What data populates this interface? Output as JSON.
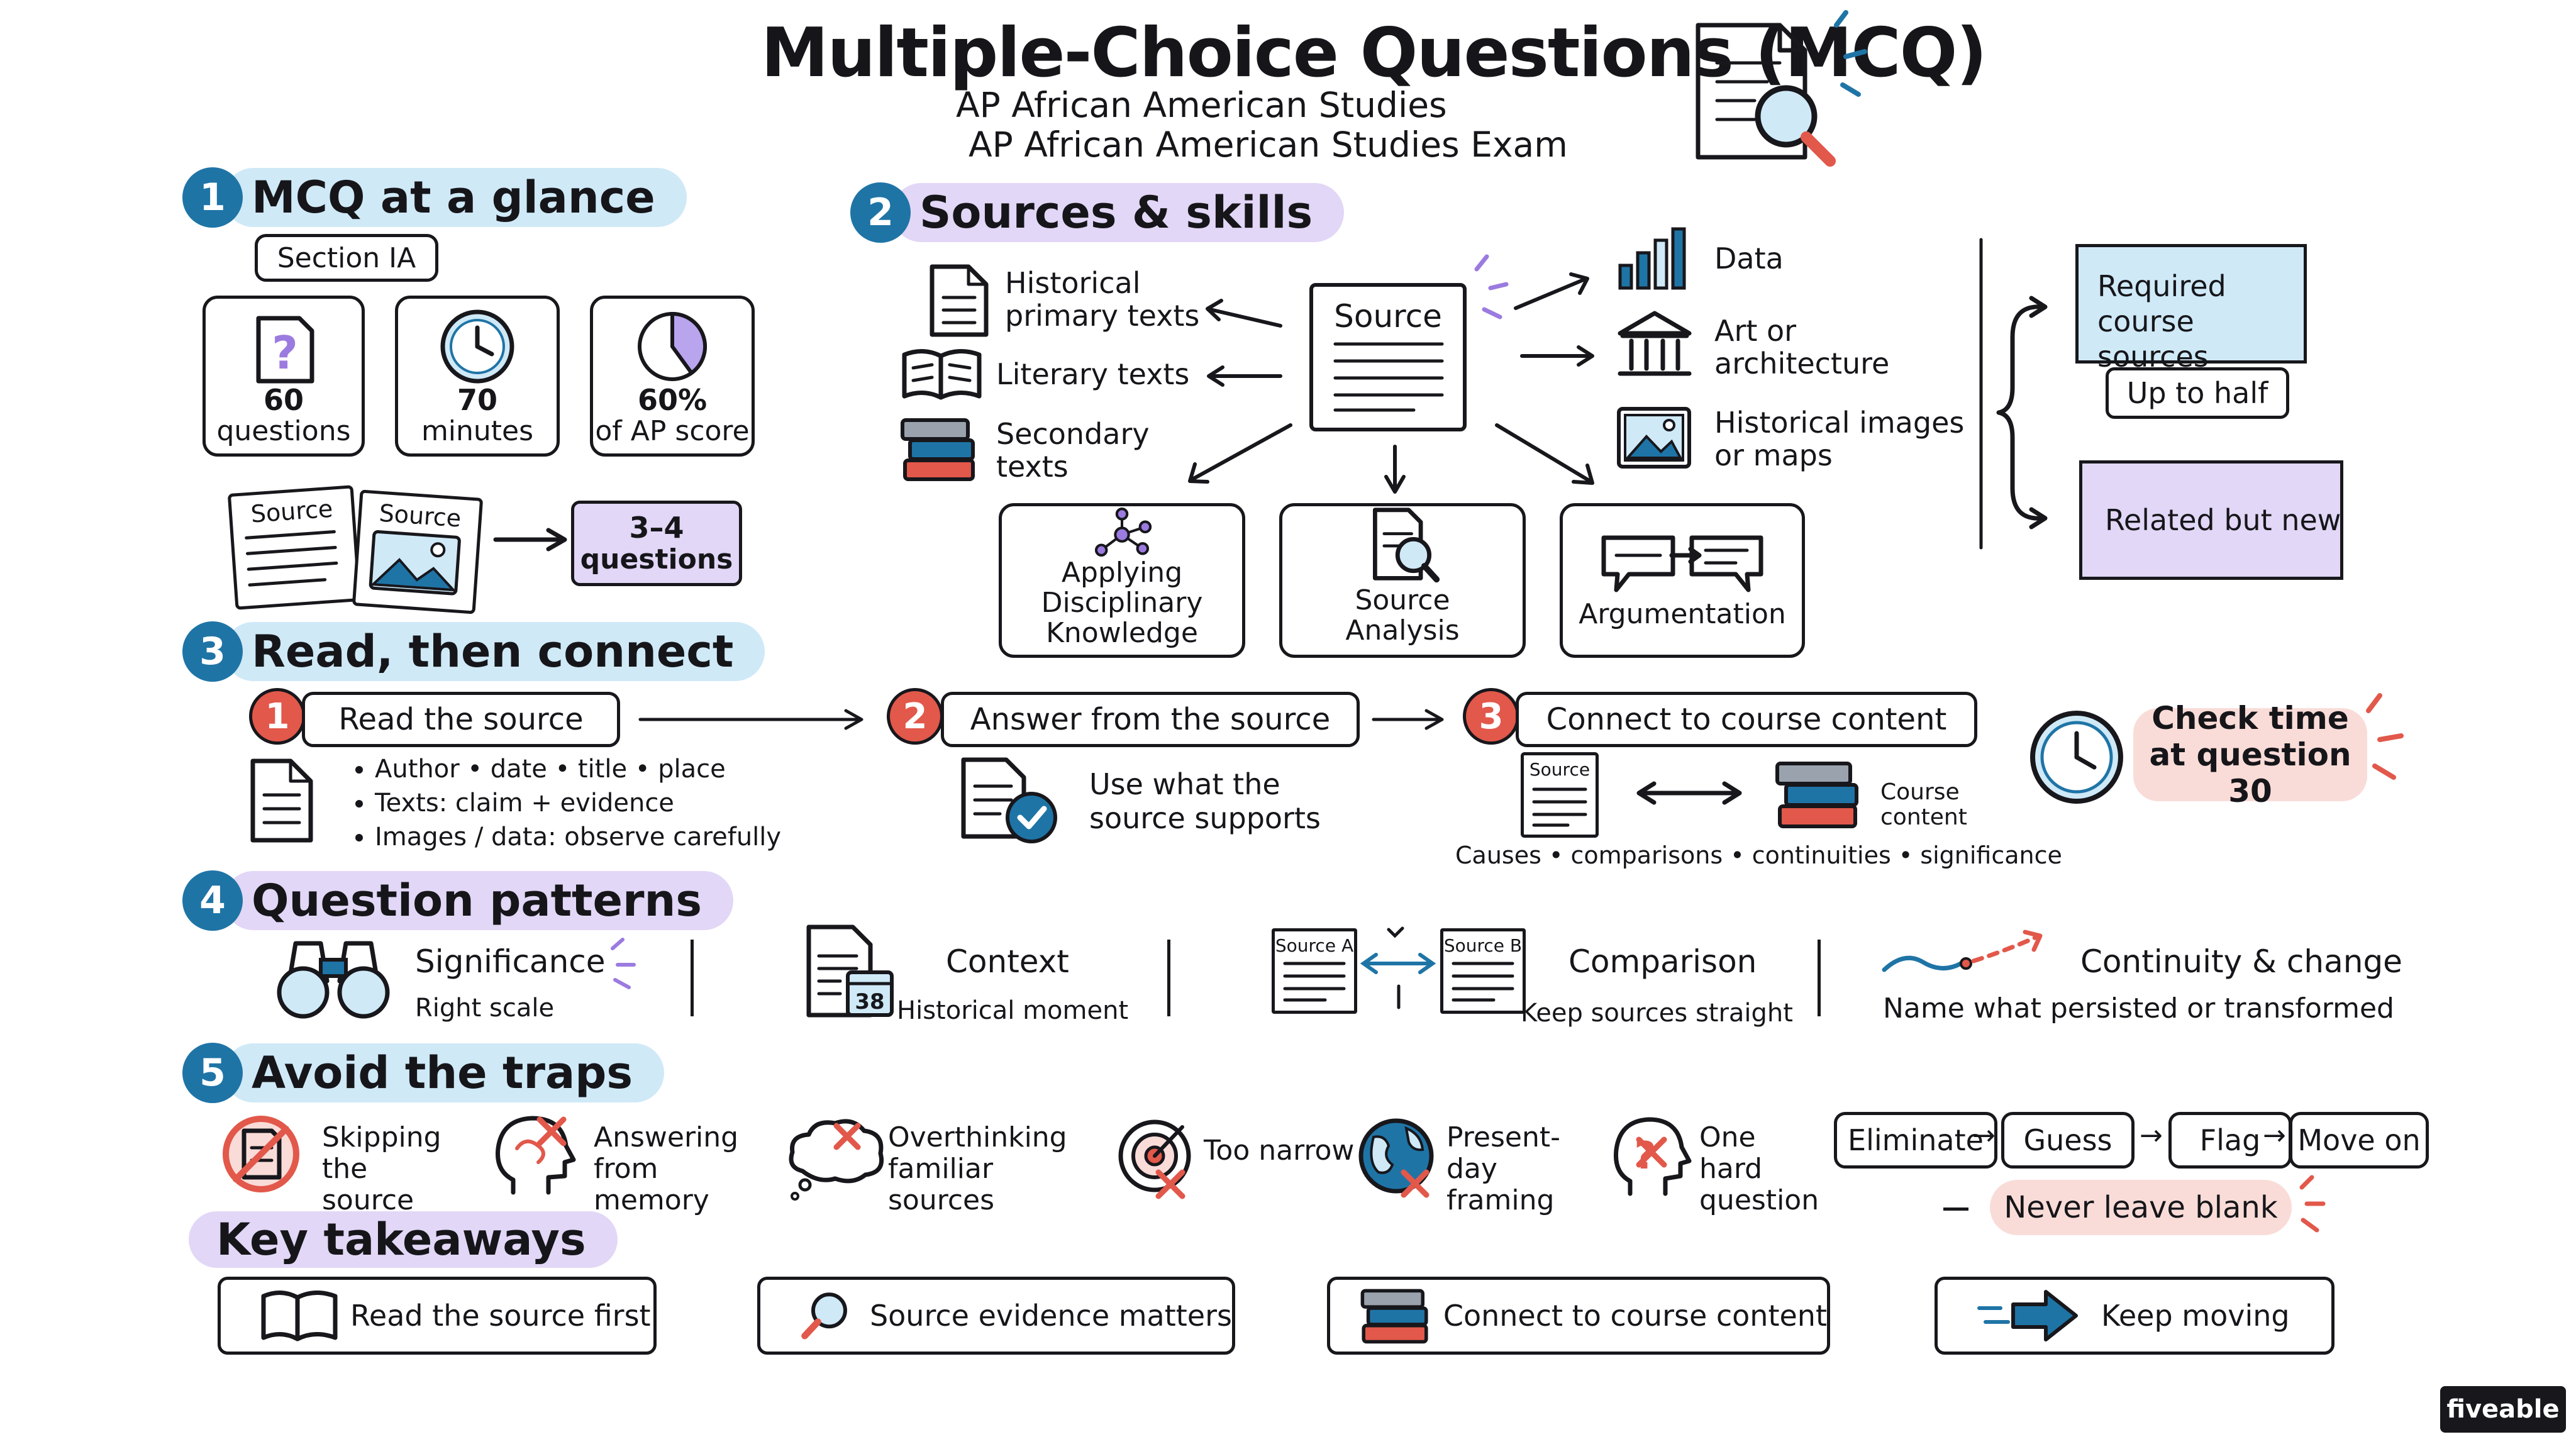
{
  "header": {
    "title": "Multiple-Choice Questions (MCQ)",
    "subtitle_1": "AP African American Studies",
    "subtitle_2": "AP African American Studies Exam"
  },
  "s1": {
    "num": "1",
    "title": "MCQ at a glance",
    "section_label": "Section IA",
    "stats": [
      {
        "value": "60",
        "label": "questions"
      },
      {
        "value": "70",
        "label": "minutes"
      },
      {
        "value": "60%",
        "label": "of AP score"
      }
    ],
    "score_share": 0.6,
    "source_card_1": "Source",
    "source_card_2": "Source",
    "questions_per_set": "3–4",
    "questions_word": "questions"
  },
  "s2": {
    "num": "2",
    "title": "Sources & skills",
    "center": "Source",
    "left_types": [
      "Historical primary texts",
      "Literary texts",
      "Secondary texts"
    ],
    "right_types": [
      "Data",
      "Art or architecture",
      "Historical images or maps"
    ],
    "skills": [
      "Applying Disciplinary Knowledge",
      "Source Analysis",
      "Argumentation"
    ],
    "required": "Required course sources",
    "up_to_half": "Up to half",
    "related": "Related but new"
  },
  "s3": {
    "num": "3",
    "title": "Read, then connect",
    "steps": [
      {
        "num": "1",
        "label": "Read the source"
      },
      {
        "num": "2",
        "label": "Answer from the source"
      },
      {
        "num": "3",
        "label": "Connect to course content"
      }
    ],
    "bullets": [
      "Author • date • title • place",
      "Texts: claim + evidence",
      "Images / data: observe carefully"
    ],
    "use_what": "Use what the source supports",
    "mini_source": "Source",
    "course_content": "Course content",
    "connect_caption": "Causes • comparisons • continuities • significance",
    "check_time": "Check time at question 30"
  },
  "s4": {
    "num": "4",
    "title": "Question patterns",
    "patterns": [
      {
        "title": "Significance",
        "sub": "Right scale"
      },
      {
        "title": "Context",
        "sub": "Historical moment"
      },
      {
        "title": "Comparison",
        "sub": "Keep sources straight"
      },
      {
        "title": "Continuity & change",
        "sub": "Name what persisted or transformed"
      }
    ],
    "calendar_day": "38",
    "source_a": "Source A",
    "source_b": "Source B"
  },
  "s5": {
    "num": "5",
    "title": "Avoid the traps",
    "traps": [
      "Skipping the source",
      "Answering from memory",
      "Overthinking familiar sources",
      "Too narrow",
      "Present-day framing",
      "One hard question"
    ],
    "flow": [
      "Eliminate",
      "Guess",
      "Flag",
      "Move on"
    ],
    "never_blank": "Never leave blank"
  },
  "takeaways": {
    "title": "Key takeaways",
    "items": [
      "Read the source first",
      "Source evidence matters",
      "Connect to course content",
      "Keep moving"
    ]
  },
  "brand": "fiveable",
  "colors": {
    "navy": "#1f74a6",
    "red": "#e2584a",
    "purple": "#9b7be0",
    "blue_highlight": "#cfe9f7",
    "purple_highlight": "#e2d7f6",
    "pink_highlight": "#f9dcd8"
  }
}
